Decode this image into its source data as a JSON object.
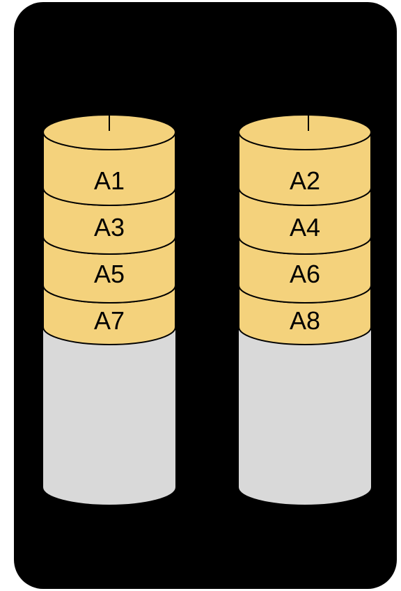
{
  "colors": {
    "frame_background": "#000000",
    "data_block_fill": "#f4d27c",
    "empty_space_fill": "#d9d9d9",
    "outline": "#000000"
  },
  "disks": [
    {
      "blocks": [
        "A1",
        "A3",
        "A5",
        "A7"
      ]
    },
    {
      "blocks": [
        "A2",
        "A4",
        "A6",
        "A8"
      ]
    }
  ]
}
